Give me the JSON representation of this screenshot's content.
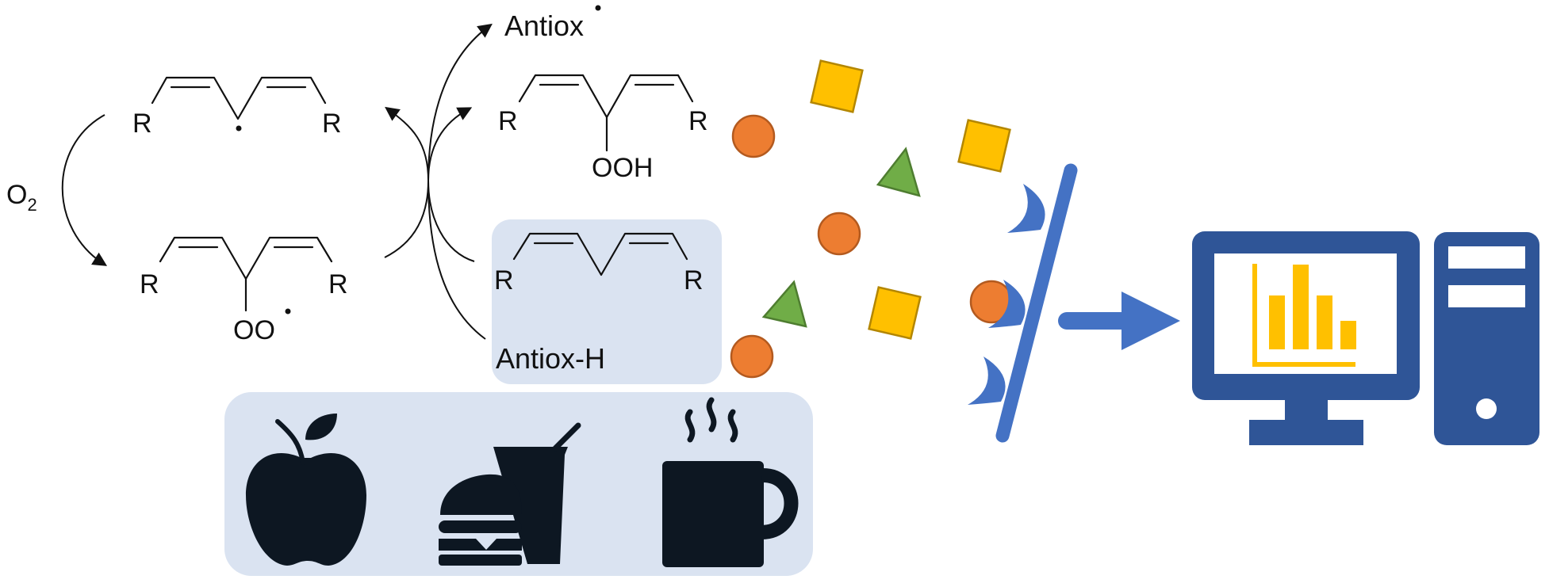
{
  "labels": {
    "o2": "O",
    "o2_sub": "2",
    "antiox_radical": "Antiox",
    "antiox_h": "Antiox-H",
    "r": "R",
    "ooh": "OOH",
    "oo": "OO",
    "radical_dot": "•"
  },
  "colors": {
    "panel_fill": "#dae3f1",
    "circle_fill": "#ed7d31",
    "circle_stroke": "#b35a1f",
    "square_fill": "#ffc000",
    "square_stroke": "#b38600",
    "triangle_fill": "#70ad47",
    "triangle_stroke": "#4e7d30",
    "detector_blue": "#4472c4",
    "computer_blue": "#2f5597",
    "chart_yellow": "#ffc000",
    "food_icon": "#0d1722"
  },
  "icons": {
    "food": [
      "apple-icon",
      "burger-drink-icon",
      "coffee-mug-icon"
    ],
    "instrument": [
      "monitor-icon",
      "computer-tower-icon",
      "bar-chart-icon"
    ]
  }
}
